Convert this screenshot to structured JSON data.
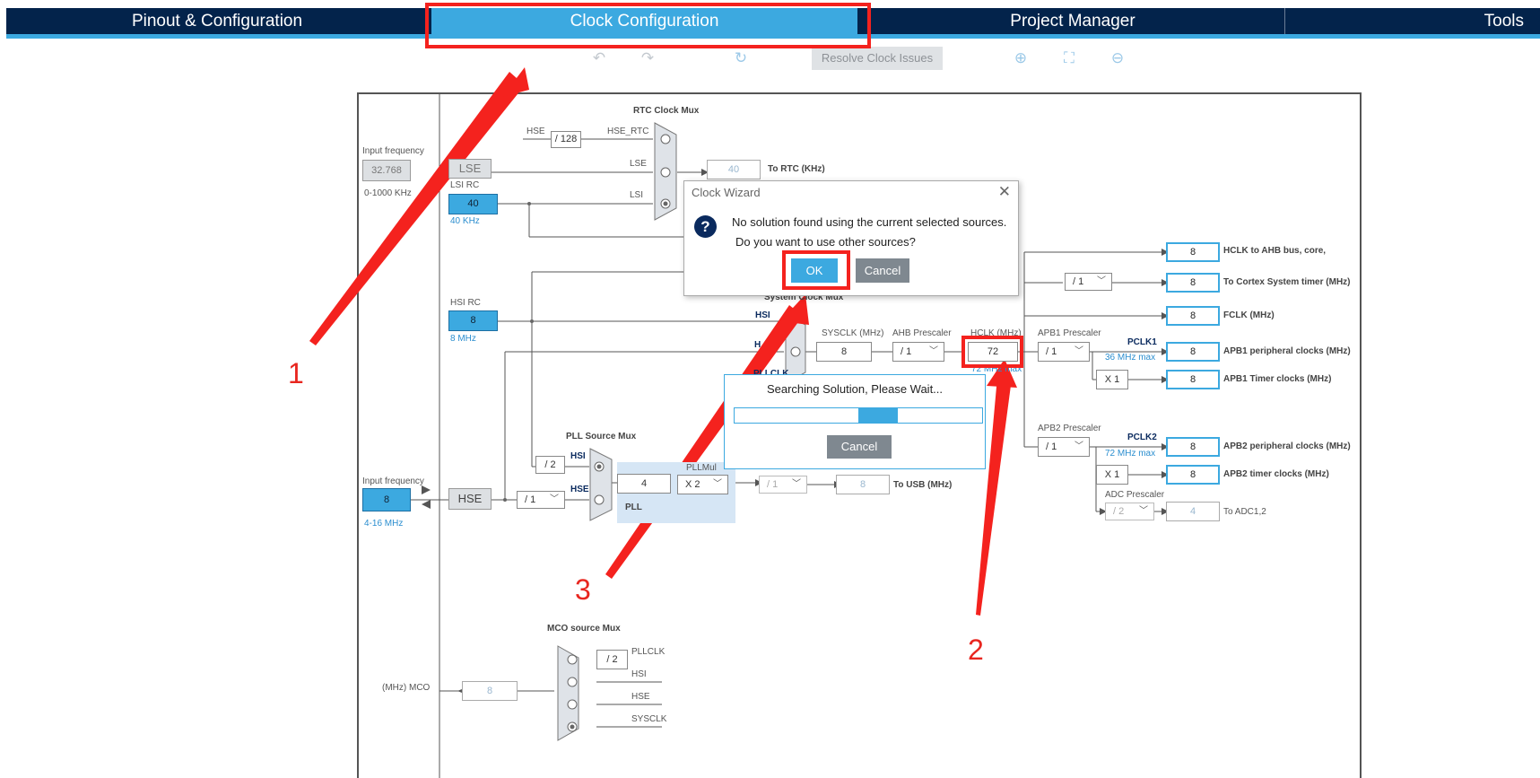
{
  "tabs": [
    {
      "label": "Pinout & Configuration"
    },
    {
      "label": "Clock Configuration"
    },
    {
      "label": "Project Manager"
    },
    {
      "label": "Tools"
    }
  ],
  "toolbar": {
    "resolve_label": "Resolve Clock Issues",
    "icons": [
      "undo-icon",
      "redo-icon",
      "reset-icon",
      "zoom-in-icon",
      "fit-icon",
      "zoom-out-icon"
    ]
  },
  "diagram": {
    "lse_input": {
      "label": "Input frequency",
      "value": "32.768",
      "range": "0-1000 KHz"
    },
    "lse": "LSE",
    "lsi": {
      "label": "LSI RC",
      "value": "40",
      "unit": "40 KHz"
    },
    "hsi": {
      "label": "HSI RC",
      "value": "8",
      "unit": "8 MHz"
    },
    "hse_input": {
      "label": "Input frequency",
      "value": "8",
      "range": "4-16 MHz"
    },
    "hse": "HSE",
    "rtc": {
      "title": "RTC Clock Mux",
      "hse": "HSE",
      "div": "/ 128",
      "hse_rtc": "HSE_RTC",
      "lse": "LSE",
      "lsi": "LSI",
      "value": "40",
      "out": "To RTC (KHz)"
    },
    "sysmux": {
      "title": "System Clock Mux",
      "hsi": "HSI",
      "h": "H",
      "pllclk": "PLLCLK"
    },
    "sysclk": {
      "label": "SYSCLK (MHz)",
      "value": "8"
    },
    "ahb": {
      "label": "AHB Prescaler",
      "value": "/ 1"
    },
    "hclk": {
      "label": "HCLK (MHz)",
      "value": "72",
      "max": "72 MHz max"
    },
    "apb1": {
      "label": "APB1 Prescaler",
      "value": "/ 1",
      "pclk": "PCLK1",
      "max": "36 MHz max",
      "timer_mul": "X 1"
    },
    "apb2": {
      "label": "APB2 Prescaler",
      "value": "/ 1",
      "pclk": "PCLK2",
      "max": "72 MHz max",
      "timer_mul": "X 1"
    },
    "adc": {
      "label": "ADC Prescaler",
      "value": "/ 2",
      "out_value": "4",
      "out": "To ADC1,2"
    },
    "cortex_div": "/ 1",
    "pll": {
      "src_title": "PLL Source Mux",
      "div2": "/ 2",
      "hsi": "HSI",
      "hse": "HSE",
      "hse_div": "/ 1",
      "value": "4",
      "mul_label": "PLLMul",
      "mul": "X 2",
      "label": "PLL"
    },
    "usb": {
      "div": "/ 1",
      "value": "8",
      "out": "To USB (MHz)"
    },
    "outputs": [
      {
        "value": "8",
        "label": "HCLK to AHB bus, core, memory and DMA (MHz)"
      },
      {
        "value": "8",
        "label": "To Cortex System timer (MHz)"
      },
      {
        "value": "8",
        "label": "FCLK (MHz)"
      },
      {
        "value": "8",
        "label": "APB1 peripheral clocks (MHz)"
      },
      {
        "value": "8",
        "label": "APB1 Timer clocks (MHz)"
      },
      {
        "value": "8",
        "label": "APB2 peripheral clocks (MHz)"
      },
      {
        "value": "8",
        "label": "APB2 timer clocks (MHz)"
      }
    ],
    "mco": {
      "title": "MCO source Mux",
      "div": "/ 2",
      "pllclk": "PLLCLK",
      "hsi": "HSI",
      "hse": "HSE",
      "sysclk": "SYSCLK",
      "label": "(MHz) MCO",
      "value": "8"
    }
  },
  "clock_wizard": {
    "title": "Clock Wizard",
    "message_line1": "No solution found using the current selected sources.",
    "message_line2": "Do you want to use other sources?",
    "ok": "OK",
    "cancel": "Cancel"
  },
  "search_dialog": {
    "text": "Searching Solution, Please Wait...",
    "cancel": "Cancel",
    "progress_start": 0.5,
    "progress_end": 0.66
  },
  "annotations": {
    "n1": "1",
    "n2": "2",
    "n3": "3",
    "color": "#f4221e"
  },
  "colors": {
    "navy": "#03234b",
    "accent": "#3ca9e0",
    "highlight": "#f4221e"
  }
}
